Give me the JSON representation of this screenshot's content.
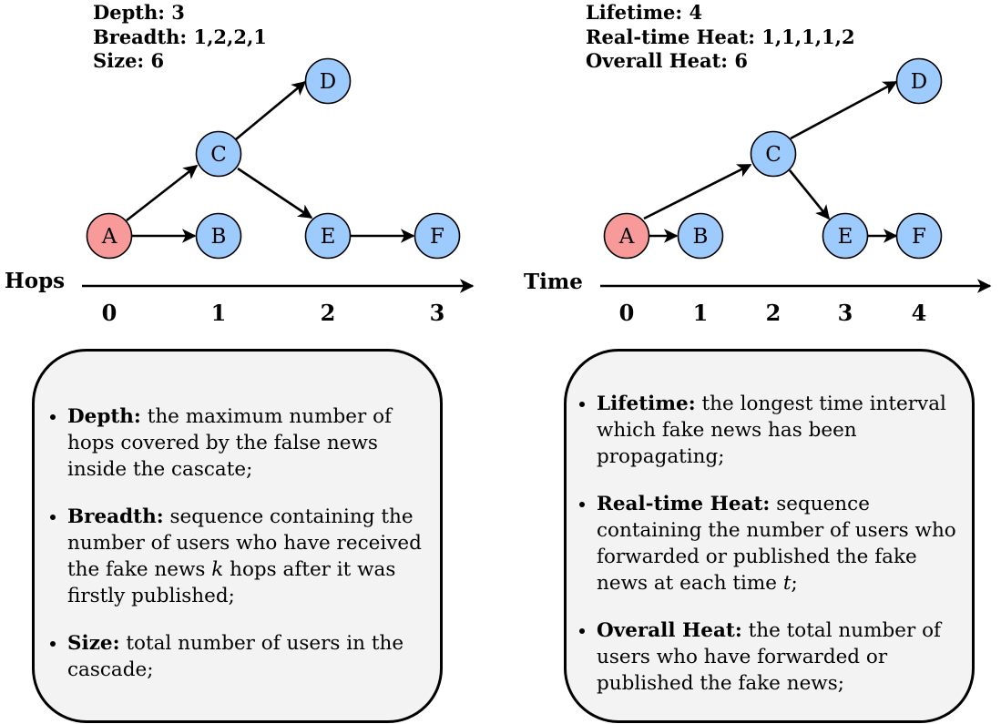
{
  "left_panel": {
    "stats": [
      "Depth: 3",
      "Breadth: 1,2,2,1",
      "Size: 6"
    ],
    "axis_title": "Hops",
    "ticks": [
      "0",
      "1",
      "2",
      "3"
    ],
    "nodes": {
      "A": "A",
      "B": "B",
      "C": "C",
      "D": "D",
      "E": "E",
      "F": "F"
    }
  },
  "right_panel": {
    "stats": [
      "Lifetime: 4",
      "Real-time Heat: 1,1,1,1,2",
      "Overall Heat: 6"
    ],
    "axis_title": "Time",
    "ticks": [
      "0",
      "1",
      "2",
      "3",
      "4"
    ],
    "nodes": {
      "A": "A",
      "B": "B",
      "C": "C",
      "D": "D",
      "E": "E",
      "F": "F"
    }
  },
  "colors": {
    "root_node": "#f99a9a",
    "user_node": "#9ecbfd",
    "box_background": "#f3f3f3"
  },
  "definitions_left": [
    {
      "term": "Depth:",
      "text": " the maximum number of hops covered by the false news inside the cascate;"
    },
    {
      "term": "Breadth:",
      "text_before": " sequence containing the number of users who have received the fake news ",
      "var": "k",
      "text_after": " hops after it was firstly published;"
    },
    {
      "term": "Size:",
      "text": " total number of users in the cascade;"
    }
  ],
  "definitions_right": [
    {
      "term": "Lifetime:",
      "text": " the longest time interval which fake news has been propagating;"
    },
    {
      "term": "Real-time Heat:",
      "text_before": " sequence containing the number of users who forwarded or published the fake news at each time ",
      "var": "t",
      "text_after": ";"
    },
    {
      "term": "Overall Heat:",
      "text": " the total number of users who have forwarded or published the fake news;"
    }
  ]
}
